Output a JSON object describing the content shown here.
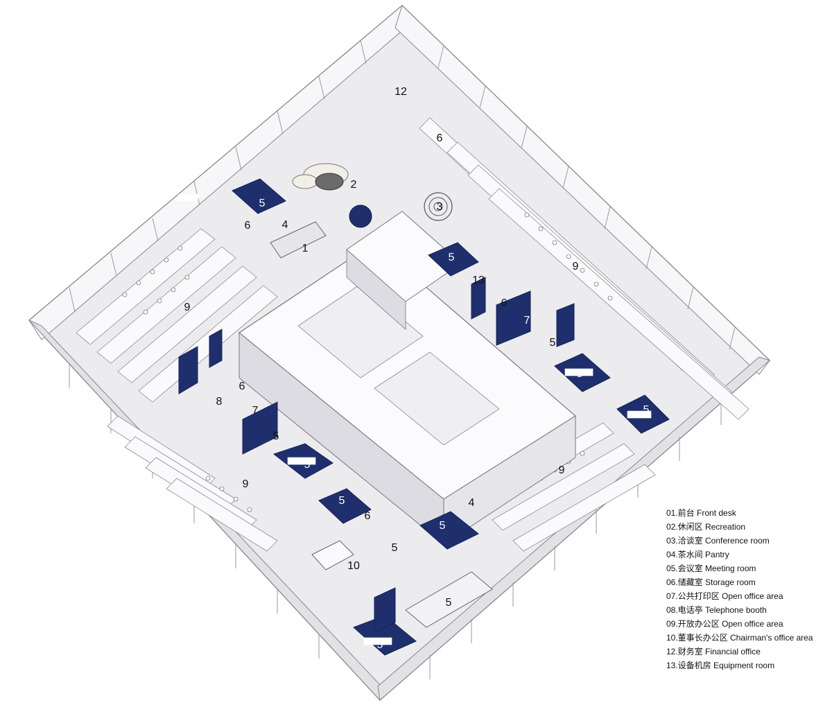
{
  "legend": [
    "01.前台 Front desk",
    "02.休闲区 Recreation",
    "03.洽谈室 Conference room",
    "04.茶水间 Pantry",
    "05.会议室 Meeting room",
    "06.储藏室 Storage room",
    "07.公共打印区 Open office area",
    "08.电话亭 Telephone booth",
    "09.开放办公区 Open office area",
    "10.董事长办公区 Chairman's office area",
    "12.财务室 Financial office",
    "13.设备机房 Equipment room"
  ],
  "labels": {
    "l12": "12",
    "l6a": "6",
    "l2": "2",
    "l3": "3",
    "l5a": "5",
    "l6b": "6",
    "l4a": "4",
    "l1": "1",
    "l5b": "5",
    "l9a": "9",
    "l13": "13",
    "l6c": "6",
    "l7a": "7",
    "l9b": "9",
    "l5c": "5",
    "l5d": "5",
    "l5e": "5",
    "l6d": "6",
    "l8": "8",
    "l7b": "7",
    "l5f": "5",
    "l5g": "5",
    "l9c": "9",
    "l9d": "9",
    "l5h": "5",
    "l6e": "6",
    "l4b": "4",
    "l5i": "5",
    "l5j": "5",
    "l10": "10",
    "l5k": "5",
    "l5l": "5"
  },
  "colors": {
    "accent_navy": "#1f2f6e",
    "wall": "#f4f4f6",
    "floor": "#e9e9ec",
    "line": "#6f6f78"
  }
}
